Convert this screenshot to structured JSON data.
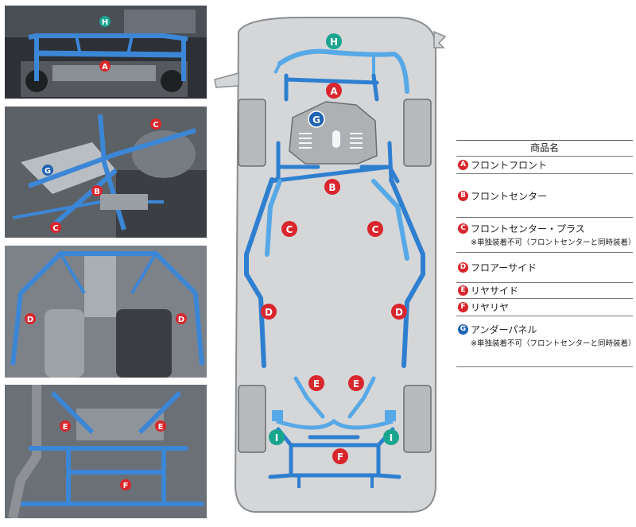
{
  "colors": {
    "red": "#d9262c",
    "blue": "#1f64b4",
    "teal": "#1aa58f",
    "bar": "#2f7fd0",
    "bar_light": "#57a8e6"
  },
  "photos": [
    {
      "labels": [
        "H",
        "A"
      ]
    },
    {
      "labels": [
        "C",
        "G",
        "B",
        "C"
      ]
    },
    {
      "labels": [
        "D",
        "D"
      ]
    },
    {
      "labels": [
        "E",
        "E",
        "F"
      ]
    }
  ],
  "diagram": {
    "labels": {
      "H": "H",
      "A": "A",
      "G": "G",
      "B": "B",
      "C_left": "C",
      "C_right": "C",
      "D_left": "D",
      "D_right": "D",
      "E_left": "E",
      "E_right": "E",
      "I_left": "I",
      "I_right": "I",
      "F": "F"
    }
  },
  "table": {
    "header": "商品名",
    "rows": [
      {
        "letter": "A",
        "color": "red",
        "name": "フロントフロント",
        "note": ""
      },
      {
        "letter": "B",
        "color": "red",
        "name": "フロントセンター",
        "note": ""
      },
      {
        "letter": "C",
        "color": "red",
        "name": "フロントセンター・プラス",
        "note": "※単独装着不可（フロントセンターと同時装着）"
      },
      {
        "letter": "D",
        "color": "red",
        "name": "フロアーサイド",
        "note": ""
      },
      {
        "letter": "E",
        "color": "red",
        "name": "リヤサイド",
        "note": ""
      },
      {
        "letter": "F",
        "color": "red",
        "name": "リヤリヤ",
        "note": ""
      },
      {
        "letter": "G",
        "color": "blue",
        "name": "アンダーパネル",
        "note": "※単独装着不可（フロントセンターと同時装着）"
      }
    ]
  }
}
